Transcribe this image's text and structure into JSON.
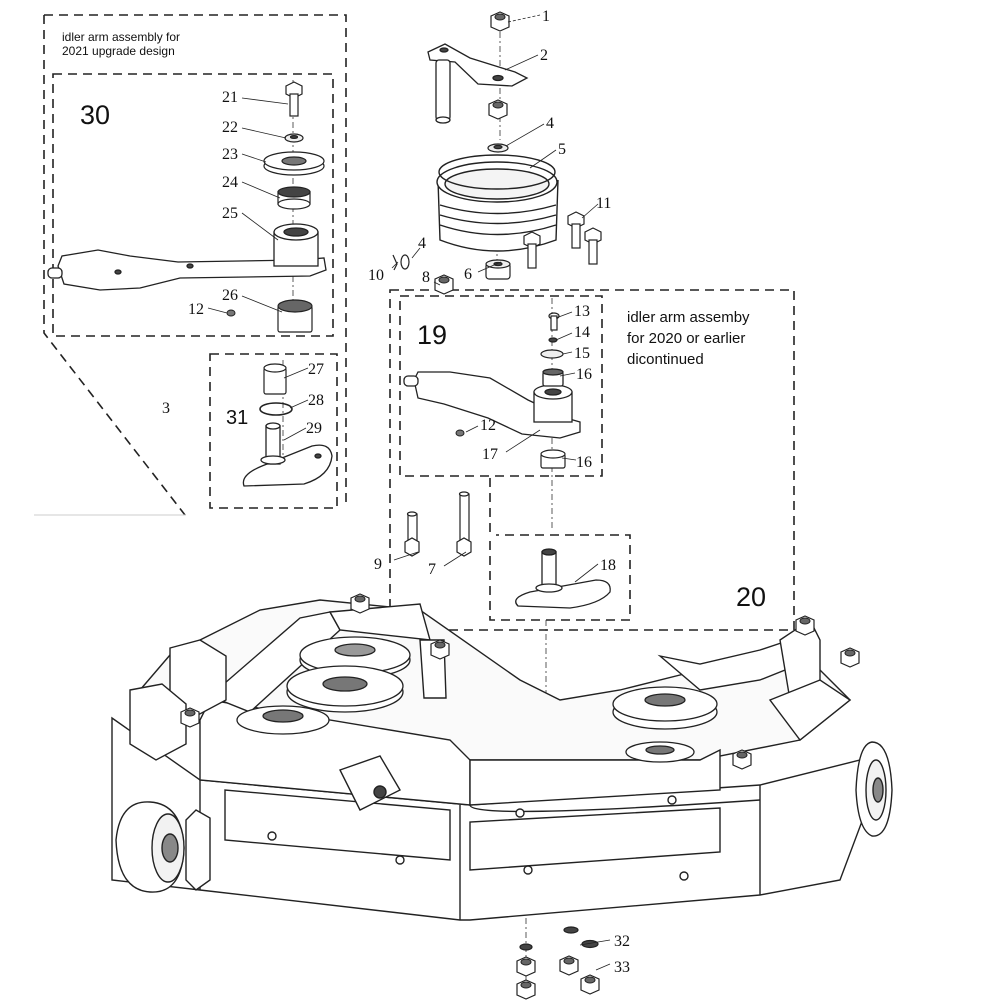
{
  "notes": {
    "upgrade_line1": "idler arm assembly for",
    "upgrade_line2": "2021 upgrade design",
    "legacy_line1": "idler arm assemby",
    "legacy_line2": "for 2020 or earlier",
    "legacy_line3": "dicontinued"
  },
  "assembly_numbers": {
    "a30": "30",
    "a31": "31",
    "a19": "19",
    "a20": "20",
    "a3": "3"
  },
  "callouts": {
    "c1": "1",
    "c2": "2",
    "c4a": "4",
    "c4b": "4",
    "c5": "5",
    "c6": "6",
    "c7": "7",
    "c8": "8",
    "c9": "9",
    "c10": "10",
    "c11": "11",
    "c12a": "12",
    "c12b": "12",
    "c13": "13",
    "c14": "14",
    "c15": "15",
    "c16a": "16",
    "c16b": "16",
    "c17": "17",
    "c18": "18",
    "c21": "21",
    "c22": "22",
    "c23": "23",
    "c24": "24",
    "c25": "25",
    "c26": "26",
    "c27": "27",
    "c28": "28",
    "c29": "29",
    "c32": "32",
    "c33": "33"
  },
  "icons": [
    "hex-nut-icon",
    "bolt-icon",
    "pulley-icon",
    "bearing-icon",
    "washer-icon",
    "idler-arm-icon",
    "mower-deck-icon",
    "spindle-plate-icon",
    "caster-wheel-icon"
  ]
}
